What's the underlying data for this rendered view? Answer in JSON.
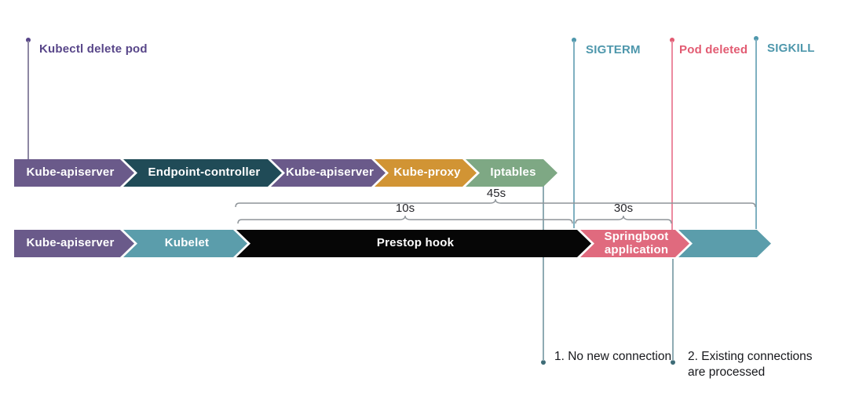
{
  "events": {
    "kubectl": {
      "label": "Kubectl delete pod",
      "color": "#584689"
    },
    "sigterm": {
      "label": "SIGTERM",
      "color": "#4e97ac"
    },
    "pod_deleted": {
      "label": "Pod deleted",
      "color": "#e25b72"
    },
    "sigkill": {
      "label": "SIGKILL",
      "color": "#4e97ac"
    }
  },
  "durations": {
    "iptables_update": "45s",
    "prestop_hook": "10s",
    "termination_grace": "30s"
  },
  "rows": {
    "network": {
      "segments": [
        {
          "label": "Kube-apiserver",
          "color": "#6a5a8a"
        },
        {
          "label": "Endpoint-controller",
          "color": "#204b57"
        },
        {
          "label": "Kube-apiserver",
          "color": "#6a5a8a"
        },
        {
          "label": "Kube-proxy",
          "color": "#d19434"
        },
        {
          "label": "Iptables",
          "color": "#7ea884"
        }
      ]
    },
    "pod": {
      "segments": [
        {
          "label": "Kube-apiserver",
          "color": "#6a5a8a"
        },
        {
          "label": "Kubelet",
          "color": "#5b9dab"
        },
        {
          "label": "Prestop hook",
          "color": "#060606"
        },
        {
          "label": "Springboot application",
          "color": "#e06a7e"
        },
        {
          "label": "",
          "color": "#5b9dab"
        }
      ]
    }
  },
  "annotations": {
    "no_new_connection": "1. No new connection",
    "existing_connections": "2. Existing connections are processed"
  }
}
